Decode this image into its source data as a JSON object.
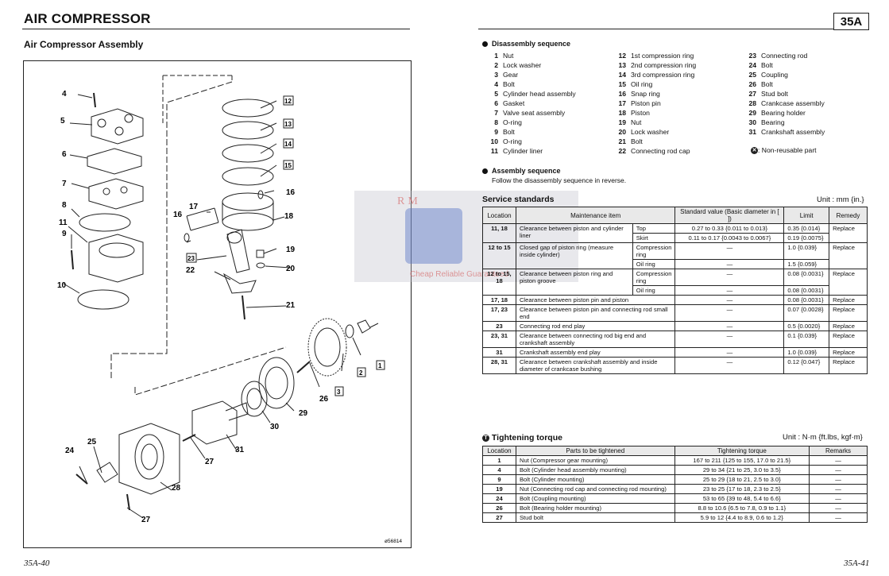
{
  "header": {
    "title": "AIR COMPRESSOR",
    "section": "35A",
    "subtitle": "Air Compressor Assembly"
  },
  "footer": {
    "left": "35A-40",
    "right": "35A-41"
  },
  "diagram": {
    "code": "ø56814",
    "labels": [
      "4",
      "5",
      "6",
      "7",
      "8",
      "11",
      "9",
      "10",
      "17",
      "16",
      "18",
      "16",
      "19",
      "20",
      "22",
      "23",
      "21",
      "1",
      "2",
      "3",
      "26",
      "29",
      "30",
      "31",
      "25",
      "24",
      "27",
      "27",
      "28",
      "12",
      "13",
      "14",
      "15"
    ]
  },
  "watermark": {
    "brand": "RM",
    "tagline": "Cheap Reliable Guaranteed"
  },
  "disassembly": {
    "heading": "Disassembly sequence",
    "col1": [
      [
        "1",
        "Nut"
      ],
      [
        "2",
        "Lock washer"
      ],
      [
        "3",
        "Gear"
      ],
      [
        "4",
        "Bolt"
      ],
      [
        "5",
        "Cylinder head assembly"
      ],
      [
        "6",
        "Gasket"
      ],
      [
        "7",
        "Valve seat assembly"
      ],
      [
        "8",
        "O-ring"
      ],
      [
        "9",
        "Bolt"
      ],
      [
        "10",
        "O-ring"
      ],
      [
        "11",
        "Cylinder liner"
      ]
    ],
    "col2": [
      [
        "12",
        "1st compression ring"
      ],
      [
        "13",
        "2nd compression ring"
      ],
      [
        "14",
        "3rd compression ring"
      ],
      [
        "15",
        "Oil ring"
      ],
      [
        "16",
        "Snap ring"
      ],
      [
        "17",
        "Piston pin"
      ],
      [
        "18",
        "Piston"
      ],
      [
        "19",
        "Nut"
      ],
      [
        "20",
        "Lock washer"
      ],
      [
        "21",
        "Bolt"
      ],
      [
        "22",
        "Connecting rod cap"
      ]
    ],
    "col3": [
      [
        "23",
        "Connecting rod"
      ],
      [
        "24",
        "Bolt"
      ],
      [
        "25",
        "Coupling"
      ],
      [
        "26",
        "Bolt"
      ],
      [
        "27",
        "Stud bolt"
      ],
      [
        "28",
        "Crankcase assembly"
      ],
      [
        "29",
        "Bearing holder"
      ],
      [
        "30",
        "Bearing"
      ],
      [
        "31",
        "Crankshaft assembly"
      ]
    ],
    "nonreusable": ": Non-reusable part"
  },
  "assembly": {
    "heading": "Assembly sequence",
    "text": "Follow the disassembly sequence in reverse."
  },
  "service": {
    "heading": "Service standards",
    "unit": "Unit : mm {in.}",
    "headers": [
      "Location",
      "Maintenance item",
      "Standard value (Basic diameter in [ ])",
      "Limit",
      "Remedy"
    ],
    "rows": [
      {
        "loc": "11, 18",
        "item": "Clearance between piston and cylinder liner",
        "sub": "Top",
        "std": "0.27 to 0.33 {0.011 to 0.013}",
        "limit": "0.35 {0.014}",
        "remedy": "Replace"
      },
      {
        "sub": "Skirt",
        "std": "0.11 to 0.17 {0.0043 to 0.0067}",
        "limit": "0.19 {0.0075}"
      },
      {
        "loc": "12 to 15",
        "item": "Closed gap of piston ring (measure inside cylinder)",
        "sub": "Compression ring",
        "std": "—",
        "limit": "1.0 {0.039}",
        "remedy": "Replace"
      },
      {
        "sub": "Oil ring",
        "std": "—",
        "limit": "1.5 {0.059}"
      },
      {
        "loc": "12 to 15, 18",
        "item": "Clearance between piston ring and piston groove",
        "sub": "Compression ring",
        "std": "—",
        "limit": "0.08 {0.0031}",
        "remedy": "Replace"
      },
      {
        "sub": "Oil ring",
        "std": "—",
        "limit": "0.08 {0.0031}"
      },
      {
        "loc": "17, 18",
        "item": "Clearance between piston pin and piston",
        "std": "—",
        "limit": "0.08 {0.0031}",
        "remedy": "Replace"
      },
      {
        "loc": "17, 23",
        "item": "Clearance between piston pin and connecting rod small end",
        "std": "—",
        "limit": "0.07 {0.0028}",
        "remedy": "Replace"
      },
      {
        "loc": "23",
        "item": "Connecting rod end play",
        "std": "—",
        "limit": "0.5 {0.0020}",
        "remedy": "Replace"
      },
      {
        "loc": "23, 31",
        "item": "Clearance between connecting rod big end and crankshaft assembly",
        "std": "—",
        "limit": "0.1 {0.039}",
        "remedy": "Replace"
      },
      {
        "loc": "31",
        "item": "Crankshaft assembly end play",
        "std": "—",
        "limit": "1.0 {0.039}",
        "remedy": "Replace"
      },
      {
        "loc": "28, 31",
        "item": "Clearance between crankshaft assembly and inside diameter of crankcase bushing",
        "std": "—",
        "limit": "0.12 {0.047}",
        "remedy": "Replace"
      }
    ]
  },
  "torque": {
    "heading": "Tightening torque",
    "unit": "Unit : N·m {ft.lbs, kgf·m}",
    "headers": [
      "Location",
      "Parts to be tightened",
      "Tightening torque",
      "Remarks"
    ],
    "rows": [
      [
        "1",
        "Nut (Compressor gear mounting)",
        "167 to 211 {125 to 155, 17.0 to 21.5}",
        "—"
      ],
      [
        "4",
        "Bolt (Cylinder head assembly mounting)",
        "29 to 34 {21 to 25, 3.0 to 3.5}",
        "—"
      ],
      [
        "9",
        "Bolt (Cylinder mounting)",
        "25 to 29 {18 to 21, 2.5 to 3.0}",
        "—"
      ],
      [
        "19",
        "Nut (Connecting rod cap and connecting rod mounting)",
        "23 to 25 {17 to 18, 2.3 to 2.5}",
        "—"
      ],
      [
        "24",
        "Bolt (Coupling mounting)",
        "53 to 65 {39 to 48, 5.4 to 6.6}",
        "—"
      ],
      [
        "26",
        "Bolt (Bearing holder mounting)",
        "8.8 to 10.6 {6.5 to 7.8, 0.9 to 1.1}",
        "—"
      ],
      [
        "27",
        "Stud bolt",
        "5.9 to 12 {4.4 to 8.9, 0.6 to 1.2}",
        "—"
      ]
    ]
  }
}
